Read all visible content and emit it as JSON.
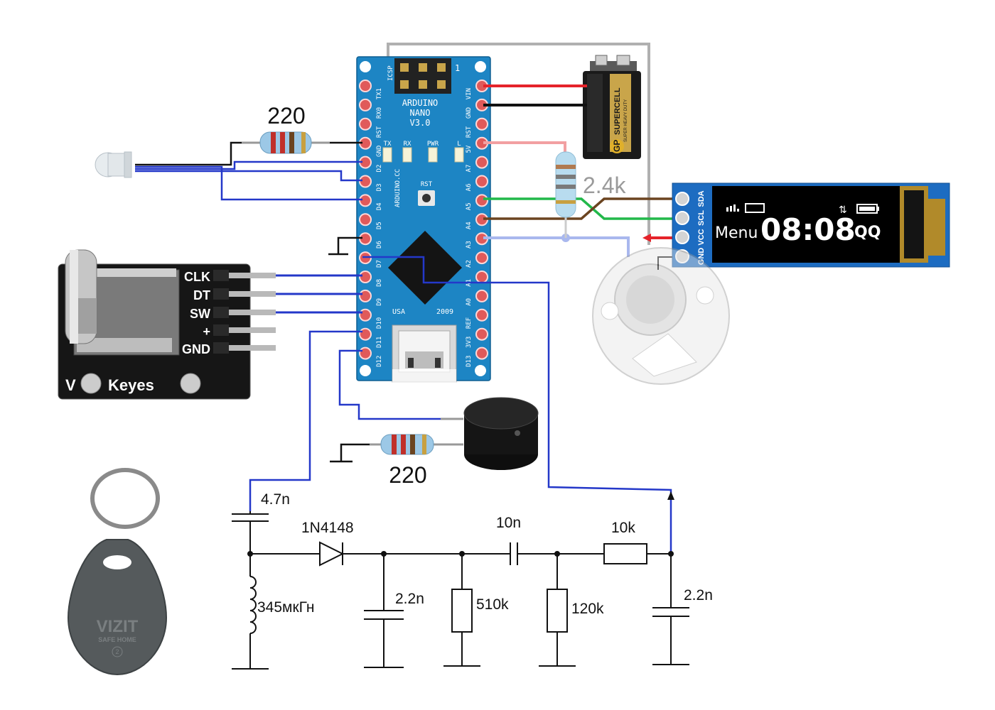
{
  "board": {
    "title_lines": [
      "ARDUINO",
      "NANO",
      "V3.0"
    ],
    "icsp": "ICSP",
    "icsp_pin1": "1",
    "left_pins": [
      "TX1",
      "RX0",
      "RST",
      "GND",
      "D2",
      "D3",
      "D4",
      "D5",
      "D6",
      "D7",
      "D8",
      "D9",
      "D10",
      "D11",
      "D12"
    ],
    "right_pins": [
      "VIN",
      "GND",
      "RST",
      "5V",
      "A7",
      "A6",
      "A5",
      "A4",
      "A3",
      "A2",
      "A1",
      "A0",
      "REF",
      "3V3",
      "D13"
    ],
    "leds": [
      "TX",
      "RX",
      "PWR",
      "L"
    ],
    "rst_button": "RST",
    "site": "ARDUINO.CC",
    "usa": "USA",
    "year": "2009"
  },
  "battery": {
    "brand": "GP",
    "line1": "SUPERCELL",
    "line2": "SUPER HEAVY DUTY"
  },
  "resistor_rgb": "220",
  "resistor_pullup": "2.4k",
  "resistor_buzzer": "220",
  "encoder": {
    "pins": [
      "CLK",
      "DT",
      "SW",
      "+",
      "GND"
    ],
    "brand": "Keyes",
    "brand_prefix": "V"
  },
  "oled": {
    "pins": [
      "SDA",
      "SCL",
      "VCC",
      "GND"
    ],
    "menu": "Menu",
    "time": "08:08",
    "code": "QQ"
  },
  "keyfob": {
    "brand": "VIZIT",
    "tagline": "SAFE HOME",
    "number": "2"
  },
  "circuit": {
    "cap_in": "4.7n",
    "diode": "1N4148",
    "inductor": "345мкГн",
    "cap_1": "2.2n",
    "res_1": "510k",
    "cap_coupling": "10n",
    "res_2": "120k",
    "res_series": "10k",
    "cap_out": "2.2n"
  },
  "colors": {
    "pcb": "#1d85c4",
    "wire_blue": "#2438c9",
    "wire_red": "#e5232a",
    "wire_black": "#111111",
    "wire_green": "#22b84a",
    "wire_brown": "#6b4420",
    "wire_pink": "#f2a0a2",
    "wire_lightblue": "#a9b8ee",
    "wire_gray": "#b0b0b0"
  }
}
